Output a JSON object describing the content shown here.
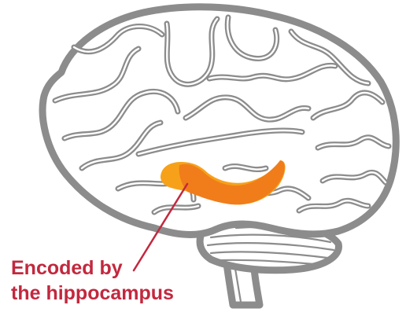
{
  "annotation": {
    "line1": "Encoded by",
    "line2": "the hippocampus"
  },
  "colors": {
    "outline": "#8c8c8c",
    "hippocampus_light": "#f7a11a",
    "hippocampus_dark": "#f07d1a",
    "label": "#c2283e"
  },
  "highlight": {
    "region": "hippocampus"
  }
}
